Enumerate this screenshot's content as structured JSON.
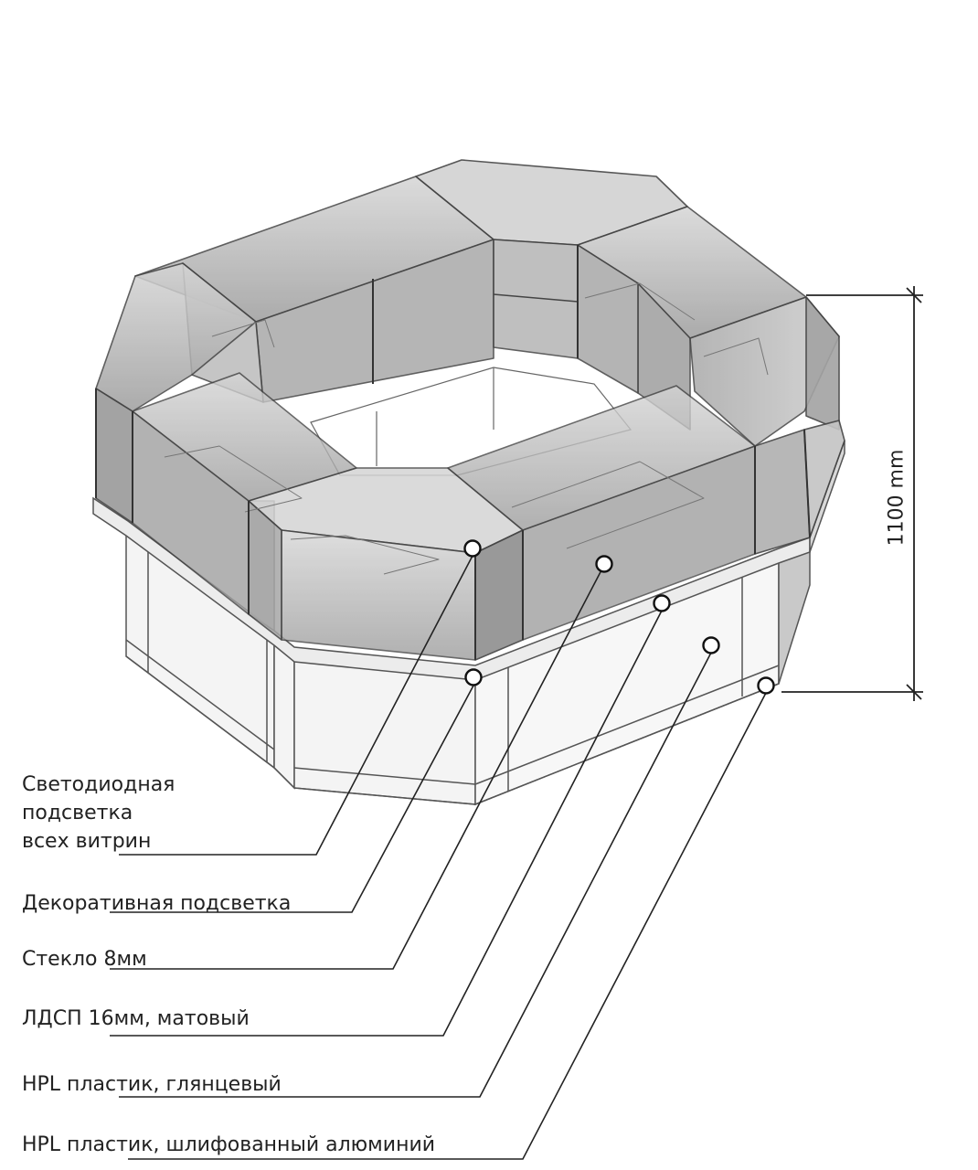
{
  "dimension": {
    "height_label": "1100 mm"
  },
  "callouts": [
    {
      "id": "led",
      "lines": [
        "Светодиодная",
        "подсветка",
        "всех витрин"
      ]
    },
    {
      "id": "decor",
      "lines": [
        "Декоративная подсветка"
      ]
    },
    {
      "id": "glass",
      "lines": [
        "Стекло 8мм"
      ]
    },
    {
      "id": "ldsp",
      "lines": [
        "ЛДСП 16мм, матовый"
      ]
    },
    {
      "id": "hpl-gloss",
      "lines": [
        "HPL пластик, глянцевый"
      ]
    },
    {
      "id": "hpl-alu",
      "lines": [
        "HPL пластик, шлифованный алюминий"
      ]
    }
  ],
  "colors": {
    "line": "#222222",
    "glass": "#b9b9b9",
    "glass_dark": "#8c8c8c",
    "base": "#f3f3f3"
  }
}
